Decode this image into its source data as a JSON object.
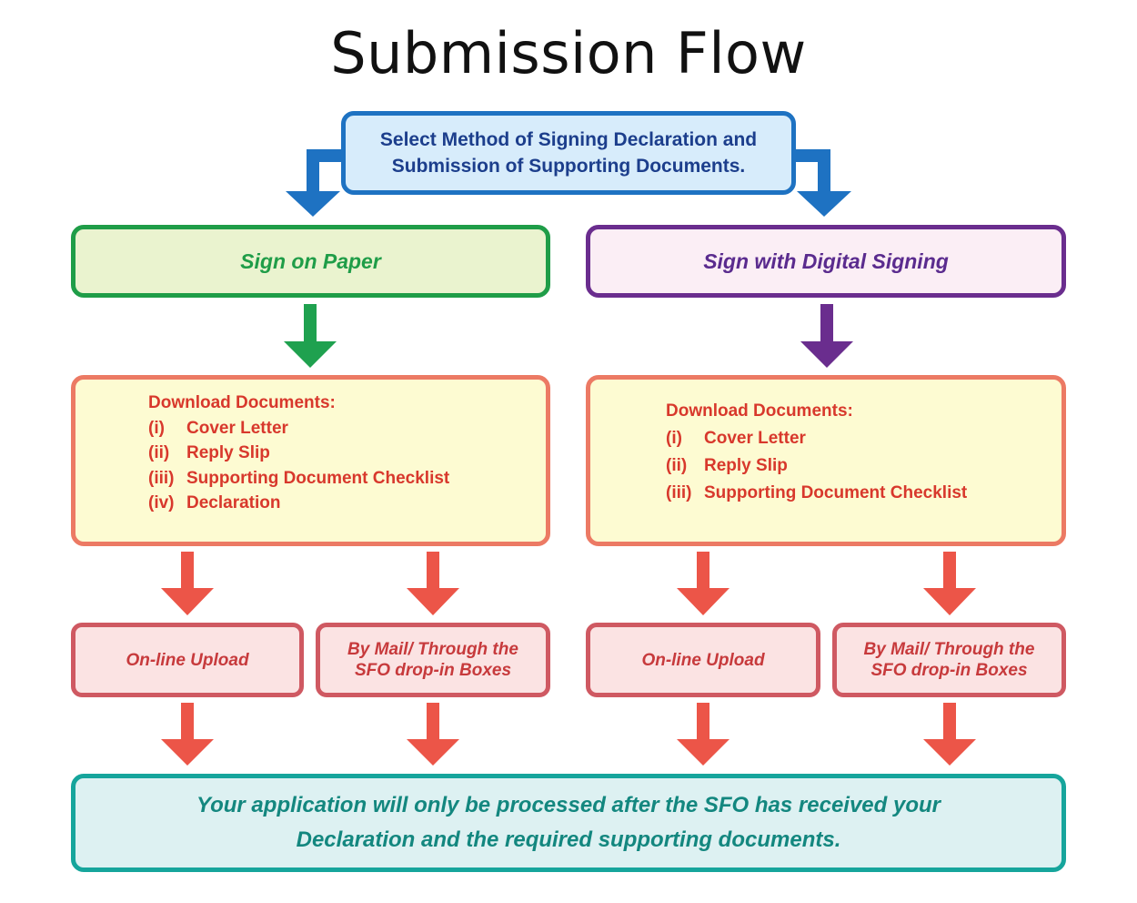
{
  "title": "Submission Flow",
  "top": {
    "line1": "Select Method of Signing Declaration and",
    "line2": "Submission of Supporting Documents."
  },
  "branches": {
    "paper": "Sign on Paper",
    "digital": "Sign with Digital Signing"
  },
  "download_left": {
    "heading": "Download Documents:",
    "items": [
      {
        "num": "(i)",
        "label": "Cover Letter"
      },
      {
        "num": "(ii)",
        "label": "Reply Slip"
      },
      {
        "num": "(iii)",
        "label": "Supporting Document Checklist"
      },
      {
        "num": "(iv)",
        "label": "Declaration"
      }
    ]
  },
  "download_right": {
    "heading": "Download Documents:",
    "items": [
      {
        "num": "(i)",
        "label": "Cover Letter"
      },
      {
        "num": "(ii)",
        "label": "Reply Slip"
      },
      {
        "num": "(iii)",
        "label": "Supporting Document Checklist"
      }
    ]
  },
  "methods": {
    "online": "On-line Upload",
    "mail_line1": "By Mail/ Through the",
    "mail_line2": "SFO drop-in Boxes"
  },
  "final": {
    "line1": "Your application will only be processed after the SFO has received your",
    "line2": "Declaration and the required supporting documents."
  },
  "colors": {
    "blue": "#1e72c2",
    "green": "#1f9d48",
    "purple": "#6a2d8e",
    "red": "#ec5548",
    "teal": "#16a59c"
  }
}
